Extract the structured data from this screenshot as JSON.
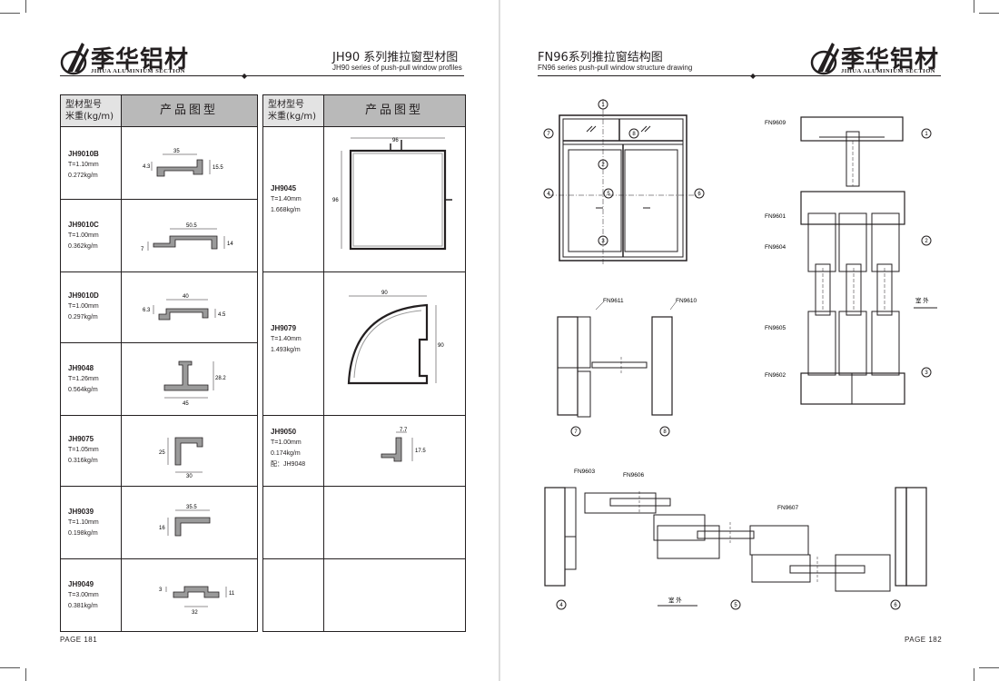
{
  "brand": {
    "name_cn": "季华铝材",
    "name_en": "JIHUA ALUMINIUM SECTION"
  },
  "left_page": {
    "title_cn": "JH90 系列推拉窗型材图",
    "title_en": "JH90 series of push-pull window profiles",
    "table_header": {
      "model_label": "型材型号",
      "weight_label": "米重(kg/m)",
      "drawing_label": "产品图型"
    },
    "left_column": [
      {
        "code": "JH9010B",
        "thickness": "T=1.10mm",
        "weight": "0.272kg/m",
        "dims": [
          "35",
          "4.3",
          "15.5"
        ]
      },
      {
        "code": "JH9010C",
        "thickness": "T=1.00mm",
        "weight": "0.362kg/m",
        "dims": [
          "50.5",
          "7",
          "14"
        ]
      },
      {
        "code": "JH9010D",
        "thickness": "T=1.00mm",
        "weight": "0.297kg/m",
        "dims": [
          "40",
          "6.3",
          "4.5"
        ]
      },
      {
        "code": "JH9048",
        "thickness": "T=1.26mm",
        "weight": "0.564kg/m",
        "dims": [
          "28.2",
          "45"
        ]
      },
      {
        "code": "JH9075",
        "thickness": "T=1.05mm",
        "weight": "0.316kg/m",
        "dims": [
          "25",
          "30"
        ]
      },
      {
        "code": "JH9039",
        "thickness": "T=1.10mm",
        "weight": "0.198kg/m",
        "dims": [
          "35.5",
          "16"
        ]
      },
      {
        "code": "JH9049",
        "thickness": "T=3.00mm",
        "weight": "0.381kg/m",
        "dims": [
          "3",
          "32",
          "11"
        ]
      }
    ],
    "right_column": [
      {
        "code": "JH9045",
        "thickness": "T=1.40mm",
        "weight": "1.668kg/m",
        "dims": [
          "96",
          "96"
        ]
      },
      {
        "code": "JH9079",
        "thickness": "T=1.40mm",
        "weight": "1.493kg/m",
        "dims": [
          "90",
          "90"
        ]
      },
      {
        "code": "JH9050",
        "thickness": "T=1.00mm",
        "weight": "0.174kg/m",
        "note": "配：JH9048",
        "dims": [
          "7.7",
          "17.5"
        ]
      }
    ],
    "page_number": "PAGE  181"
  },
  "right_page": {
    "title_cn": "FN96系列推拉窗结构图",
    "title_en": "FN96 series push-pull window structure drawing",
    "markers": [
      "1",
      "2",
      "3",
      "4",
      "5",
      "6",
      "7",
      "8"
    ],
    "profile_labels": [
      "FN9609",
      "FN9601",
      "FN9604",
      "FN9605",
      "FN9602",
      "FN9611",
      "FN9610",
      "FN9603",
      "FN9606",
      "FN9607"
    ],
    "outside_label": "室 外",
    "page_number": "PAGE  182"
  }
}
